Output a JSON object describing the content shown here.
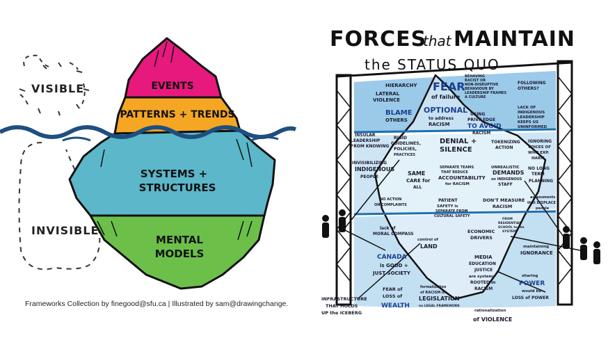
{
  "left_panel": {
    "label_visible": "VISIBLE",
    "label_invisible": "INVISIBLE",
    "layers": [
      {
        "label": "EVENTS",
        "color": "#e8197d"
      },
      {
        "label": "PATTERNS + TRENDS",
        "color": "#f5a623"
      },
      {
        "label_line1": "SYSTEMS +",
        "label_line2": "STRUCTURES",
        "color": "#5bb7c9"
      },
      {
        "label_line1": "MENTAL",
        "label_line2": "MODELS",
        "color": "#6cc04a"
      }
    ],
    "credit": "Frameworks Collection by finegood@sfu.ca | Illustrated by sam@drawingchange."
  },
  "right_panel": {
    "title_line1a": "FORCES",
    "title_line1b": "that",
    "title_line1c": "MAINTAIN",
    "title_line2": "the STATUS QUO",
    "notes": [
      {
        "id": "fear",
        "text": "FEAR"
      },
      {
        "id": "fear-sub",
        "text": "of failure"
      },
      {
        "id": "hierarchy",
        "text": "HIERARCHY"
      },
      {
        "id": "lateral",
        "text": "LATERAL"
      },
      {
        "id": "violence",
        "text": "VIOLENCE"
      },
      {
        "id": "blame",
        "text": "BLAME"
      },
      {
        "id": "others",
        "text": "OTHERS"
      },
      {
        "id": "optional",
        "text": "OPTIONAL"
      },
      {
        "id": "optional-sub",
        "text": "to address"
      },
      {
        "id": "racism1",
        "text": "RACISM"
      },
      {
        "id": "behaving1",
        "text": "BEHAVING"
      },
      {
        "id": "behaving2",
        "text": "RACIST OR"
      },
      {
        "id": "behaving3",
        "text": "NON-DISRUPTIVE"
      },
      {
        "id": "behaving4",
        "text": "BEHAVIOUR BY"
      },
      {
        "id": "behaving5",
        "text": "LEADERSHIP FRAMES"
      },
      {
        "id": "behaving6",
        "text": "A CULTURE"
      },
      {
        "id": "following1",
        "text": "FOLLOWING"
      },
      {
        "id": "following2",
        "text": "OTHERS?"
      },
      {
        "id": "lack1",
        "text": "LACK OF"
      },
      {
        "id": "lack2",
        "text": "INDIGENOUS"
      },
      {
        "id": "lack3",
        "text": "LEADERSHIP"
      },
      {
        "id": "lack4",
        "text": "KEEPS US"
      },
      {
        "id": "lack5",
        "text": "UNINFORMED"
      },
      {
        "id": "using1",
        "text": "USING"
      },
      {
        "id": "using2",
        "text": "PRIVILEDGE"
      },
      {
        "id": "using3",
        "text": "TO AVOID"
      },
      {
        "id": "using4",
        "text": "RACISM"
      },
      {
        "id": "insular1",
        "text": "INSULAR"
      },
      {
        "id": "insular2",
        "text": "LEADERSHIP"
      },
      {
        "id": "insular3",
        "text": "FROM KNOWING"
      },
      {
        "id": "rigid1",
        "text": "RIGID"
      },
      {
        "id": "rigid2",
        "text": "GUIDELINES,"
      },
      {
        "id": "rigid3",
        "text": "POLICIES,"
      },
      {
        "id": "rigid4",
        "text": "PRACTICES"
      },
      {
        "id": "denial1",
        "text": "DENIAL +"
      },
      {
        "id": "denial2",
        "text": "SILENCE"
      },
      {
        "id": "tokenizing1",
        "text": "TOKENIZING"
      },
      {
        "id": "tokenizing2",
        "text": "ACTION"
      },
      {
        "id": "ignoring1",
        "text": "IGNORING"
      },
      {
        "id": "ignoring2",
        "text": "VOICES OF"
      },
      {
        "id": "ignoring3",
        "text": "WHO EXP."
      },
      {
        "id": "ignoring4",
        "text": "HARM"
      },
      {
        "id": "invis1",
        "text": "INVISIBILIZING"
      },
      {
        "id": "invis2",
        "text": "INDIGENOUS"
      },
      {
        "id": "invis3",
        "text": "PEOPLE"
      },
      {
        "id": "same1",
        "text": "SAME"
      },
      {
        "id": "same2",
        "text": "CARE for"
      },
      {
        "id": "same3",
        "text": "ALL"
      },
      {
        "id": "separate1",
        "text": "SEPARATE TEAMS"
      },
      {
        "id": "separate2",
        "text": "THAT REDUCE"
      },
      {
        "id": "separate3",
        "text": "ACCOUNTABILITY"
      },
      {
        "id": "separate4",
        "text": "for RACISM"
      },
      {
        "id": "unrealistic1",
        "text": "UNREALISTIC"
      },
      {
        "id": "unrealistic2",
        "text": "DEMANDS"
      },
      {
        "id": "unrealistic3",
        "text": "on INDIGENOUS"
      },
      {
        "id": "unrealistic4",
        "text": "STAFF"
      },
      {
        "id": "nolong1",
        "text": "NO LONG"
      },
      {
        "id": "nolong2",
        "text": "TERM"
      },
      {
        "id": "nolong3",
        "text": "PLANNING"
      },
      {
        "id": "noaction1",
        "text": "NO ACTION"
      },
      {
        "id": "noaction2",
        "text": "ON COMPLAINTS"
      },
      {
        "id": "patient1",
        "text": "PATIENT"
      },
      {
        "id": "patient2",
        "text": "SAFETY is"
      },
      {
        "id": "patient3",
        "text": "SEPARATE FROM"
      },
      {
        "id": "patient4",
        "text": "CULTURAL SAFETY"
      },
      {
        "id": "dont1",
        "text": "DON'T MEASURE"
      },
      {
        "id": "dont2",
        "text": "RACISM"
      },
      {
        "id": "assess1",
        "text": "assessments"
      },
      {
        "id": "assess2",
        "text": "that DISPLACE"
      },
      {
        "id": "assess3",
        "text": "people"
      },
      {
        "id": "from1",
        "text": "FROM"
      },
      {
        "id": "from2",
        "text": "RESIDENTIAL"
      },
      {
        "id": "from3",
        "text": "SCHOOL to the"
      },
      {
        "id": "from4",
        "text": "SYSTEM"
      },
      {
        "id": "lackmoral1",
        "text": "lack of"
      },
      {
        "id": "lackmoral2",
        "text": "MORAL COMPASS"
      },
      {
        "id": "control1",
        "text": "control of"
      },
      {
        "id": "control2",
        "text": "LAND"
      },
      {
        "id": "economic1",
        "text": "ECONOMIC"
      },
      {
        "id": "economic2",
        "text": "DRIVERS"
      },
      {
        "id": "maint1",
        "text": "maintaining"
      },
      {
        "id": "maint2",
        "text": "IGNORANCE"
      },
      {
        "id": "canada1",
        "text": "CANADA"
      },
      {
        "id": "canada2",
        "text": "is GOOD +"
      },
      {
        "id": "canada3",
        "text": "JUST SOCIETY"
      },
      {
        "id": "media1",
        "text": "MEDIA"
      },
      {
        "id": "media2",
        "text": "EDUCATION"
      },
      {
        "id": "media3",
        "text": "JUSTICE"
      },
      {
        "id": "media4",
        "text": "are systems"
      },
      {
        "id": "media5",
        "text": "ROOTED in"
      },
      {
        "id": "media6",
        "text": "RACISM"
      },
      {
        "id": "sharing1",
        "text": "sharing"
      },
      {
        "id": "sharing2",
        "text": "POWER"
      },
      {
        "id": "sharing3",
        "text": "would be"
      },
      {
        "id": "sharing4",
        "text": "LOSS of POWER"
      },
      {
        "id": "infra1",
        "text": "INFRASTRUCTURE"
      },
      {
        "id": "infra2",
        "text": "THAT HOLDS"
      },
      {
        "id": "infra3",
        "text": "UP the ICEBERG"
      },
      {
        "id": "fearloss1",
        "text": "FEAR of"
      },
      {
        "id": "fearloss2",
        "text": "LOSS of"
      },
      {
        "id": "fearloss3",
        "text": "WEALTH"
      },
      {
        "id": "formal1",
        "text": "formalization"
      },
      {
        "id": "formal2",
        "text": "of RACISM in"
      },
      {
        "id": "formal3",
        "text": "LEGISLATION"
      },
      {
        "id": "formal4",
        "text": "no LEGAL FRAMEWORK"
      },
      {
        "id": "rational1",
        "text": "rationalization"
      },
      {
        "id": "rational2",
        "text": "of VIOLENCE"
      }
    ]
  }
}
